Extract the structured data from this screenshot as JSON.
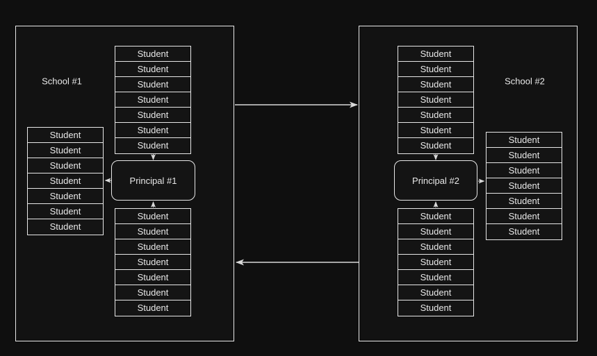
{
  "labels": {
    "student": "Student"
  },
  "schools": [
    {
      "title": "School #1",
      "principal_label": "Principal #1",
      "stacks": {
        "top": {
          "label": "Student",
          "count": 7
        },
        "side": {
          "label": "Student",
          "count": 7
        },
        "bottom": {
          "label": "Student",
          "count": 7
        }
      }
    },
    {
      "title": "School #2",
      "principal_label": "Principal #2",
      "stacks": {
        "top": {
          "label": "Student",
          "count": 7
        },
        "side": {
          "label": "Student",
          "count": 7
        },
        "bottom": {
          "label": "Student",
          "count": 7
        }
      }
    }
  ],
  "arrows": [
    {
      "name": "school1-to-school2",
      "from": "School #1",
      "to": "School #2"
    },
    {
      "name": "school2-to-school1",
      "from": "School #2",
      "to": "School #1"
    },
    {
      "name": "s1-top-students-to-principal",
      "from": "Student stack (top)",
      "to": "Principal #1"
    },
    {
      "name": "s1-bottom-students-to-principal",
      "from": "Student stack (bottom)",
      "to": "Principal #1"
    },
    {
      "name": "principal1-to-side-students",
      "from": "Principal #1",
      "to": "Student stack (side)"
    },
    {
      "name": "s2-top-students-to-principal",
      "from": "Student stack (top)",
      "to": "Principal #2"
    },
    {
      "name": "s2-bottom-students-to-principal",
      "from": "Student stack (bottom)",
      "to": "Principal #2"
    },
    {
      "name": "principal2-to-side-students",
      "from": "Principal #2",
      "to": "Student stack (side)"
    }
  ],
  "colors": {
    "background": "#0f0f0f",
    "stroke": "#e8e8e8",
    "text": "#e8e8e8",
    "arrow": "#d9d9d9"
  }
}
